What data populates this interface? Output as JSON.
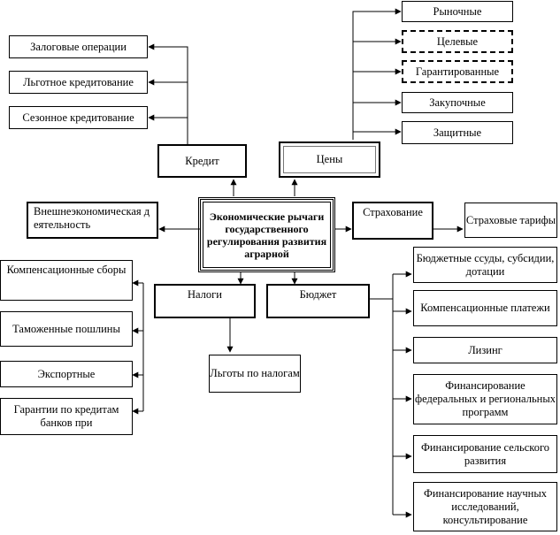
{
  "center": {
    "label": "Экономические рычаги государственного регулирования развития аграрной"
  },
  "credit": {
    "label": "Кредит",
    "items": [
      "Залоговые операции",
      "Льготное кредитование",
      "Сезонное кредитование"
    ]
  },
  "prices": {
    "label": "Цены",
    "items": [
      "Рыночные",
      "Целевые",
      "Гарантированные",
      "Закупочные",
      "Защитные"
    ]
  },
  "foreign_trade": {
    "label": "Внешнеэкономическая деятельность",
    "items": [
      "Компенсационные сборы",
      "Таможенные пошлины",
      "Экспортные",
      "Гарантии по кредитам банков при"
    ]
  },
  "insurance": {
    "label": "Страхование",
    "tariffs": "Страховые тарифы"
  },
  "taxes": {
    "label": "Налоги",
    "benefits": "Льготы по налогам"
  },
  "budget": {
    "label": "Бюджет",
    "items": [
      "Бюджетные ссуды, субсидии, дотации",
      "Компенсационные платежи",
      "Лизинг",
      "Финансирование федеральных и региональных программ",
      "Финансирование сельского развития",
      "Финансирование научных исследований, консультирование"
    ]
  }
}
